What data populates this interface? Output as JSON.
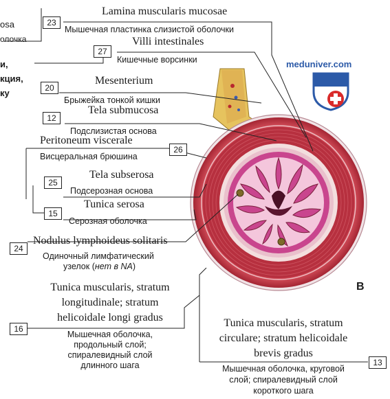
{
  "watermark": "meduniver.com",
  "panel_letter": "B",
  "cut_left": {
    "line1": "osa",
    "line2": "олочка",
    "line3": "и,",
    "line4": "кция,",
    "line5": "ку"
  },
  "labels": [
    {
      "id": "lamina",
      "num": "23",
      "latin": "Lamina muscularis mucosae",
      "russian": "Мышечная пластинка слизистой оболочки"
    },
    {
      "id": "villi",
      "num": "27",
      "latin": "Villi intestinales",
      "russian": "Кишечные ворсинки"
    },
    {
      "id": "mesenterium",
      "num": "20",
      "latin": "Mesenterium",
      "russian": "Брыжейка тонкой кишки"
    },
    {
      "id": "submucosa",
      "num": "12",
      "latin": "Tela submucosa",
      "russian": "Подслизистая основа"
    },
    {
      "id": "peritoneum",
      "num": "26",
      "latin": "Peritoneum viscerale",
      "russian": "Висцеральная брюшина"
    },
    {
      "id": "subserosa",
      "num": "25",
      "latin": "Tela subserosa",
      "russian": "Подсерозная основа"
    },
    {
      "id": "serosa",
      "num": "15",
      "latin": "Tunica serosa",
      "russian": "Серозная оболочка"
    },
    {
      "id": "nodulus",
      "num": "24",
      "latin": "Nodulus lymphoideus solitaris",
      "russian_line1": "Одиночный лимфатический",
      "russian_line2": "узелок (нет в NA)"
    },
    {
      "id": "longitudinal",
      "num": "16",
      "latin_line1": "Tunica muscularis, stratum",
      "latin_line2": "longitudinale; stratum",
      "latin_line3": "helicoidale longi gradus",
      "russian_line1": "Мышечная оболочка,",
      "russian_line2": "продольный слой;",
      "russian_line3": "спиралевидный слой",
      "russian_line4": "длинного шага"
    },
    {
      "id": "circular",
      "num": "13",
      "latin_line1": "Tunica muscularis, stratum",
      "latin_line2": "circulare; stratum helicoidale",
      "latin_line3": "brevis gradus",
      "russian_line1": "Мышечная оболочка, круговой",
      "russian_line2": "слой; спиралевидный слой",
      "russian_line3": "короткого шага"
    }
  ],
  "colors": {
    "muscle": "#c23a46",
    "muscle_dark": "#8e1f2a",
    "submucosa": "#f3dede",
    "mucosa": "#c9458e",
    "mucosa_light": "#f4c6dc",
    "fat": "#e8c25a",
    "logo_blue": "#2c5aa8",
    "logo_red": "#d92a2a"
  }
}
